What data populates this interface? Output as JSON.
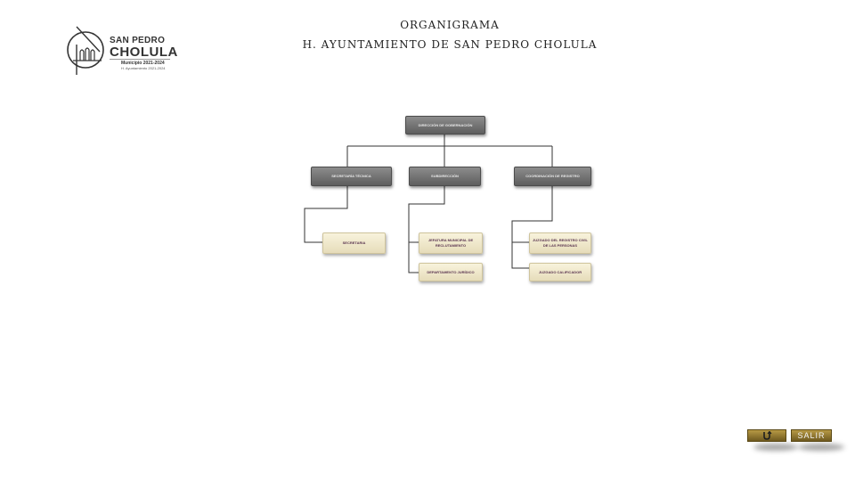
{
  "header": {
    "title": "ORGANIGRAMA",
    "subtitle": "H. AYUNTAMIENTO DE SAN PEDRO CHOLULA"
  },
  "logo": {
    "line1": "SAN PEDRO",
    "line2": "CHOLULA",
    "line3": "Municipio 2021-2024",
    "line4": "H. Ayuntamiento 2021-2024"
  },
  "org": {
    "root": "DIRECCIÓN DE GOBERNACIÓN",
    "branches": [
      {
        "label": "SECRETARÍA TÉCNICA",
        "children": [
          "SECRETARIA"
        ]
      },
      {
        "label": "SUBDIRECCIÓN",
        "children": [
          "JEFATURA MUNICIPAL DE RECLUTAMIENTO",
          "DEPARTAMENTO JURÍDICO"
        ]
      },
      {
        "label": "COORDINACIÓN DE REGISTRO",
        "children": [
          "JUZGADO DEL REGISTRO CIVIL DE LAS PERSONAS",
          "JUZGADO CALIFICADOR"
        ]
      }
    ]
  },
  "nav": {
    "salir": "SALIR",
    "back_icon": "return-arrow-icon"
  },
  "colors": {
    "gray_box": "#6e6e6e",
    "cream_box": "#efe7c9",
    "button_gold": "#9a7f33"
  }
}
